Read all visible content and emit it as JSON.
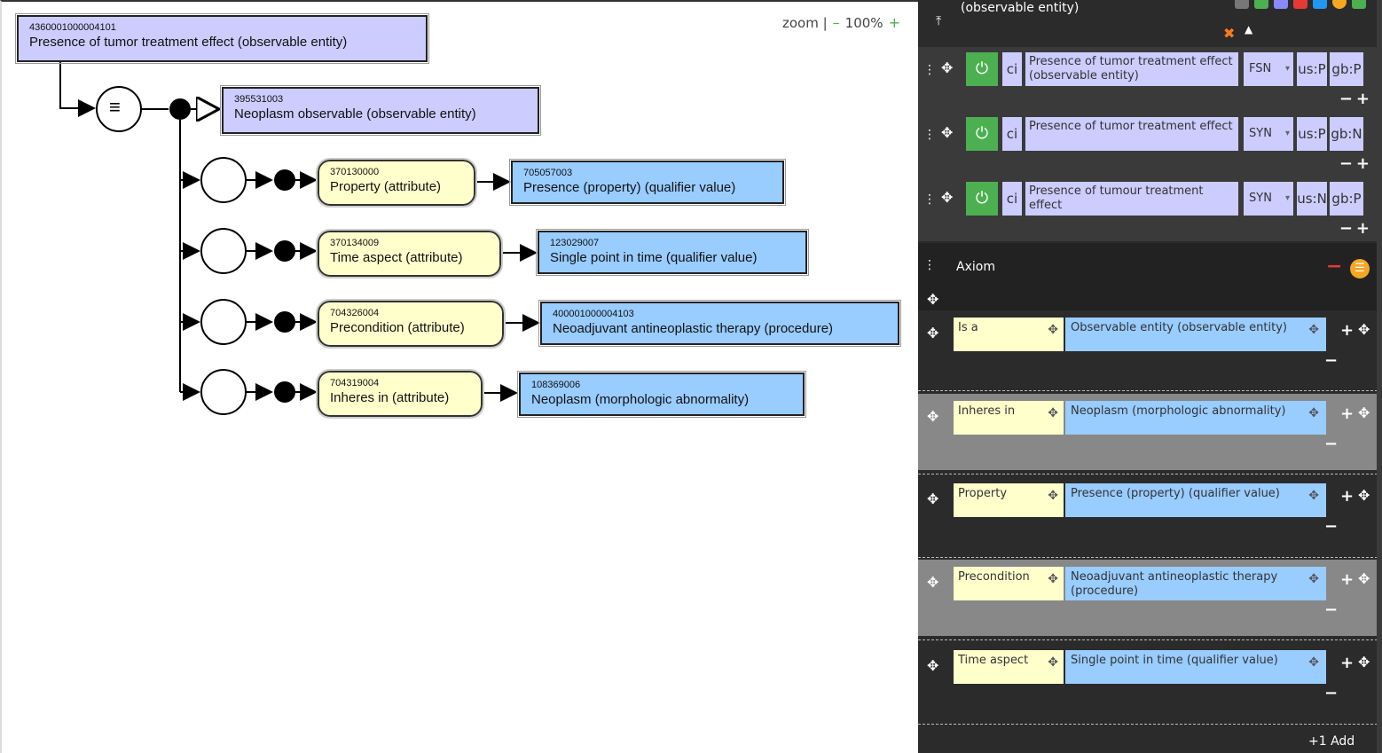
{
  "zoom": {
    "label": "zoom |",
    "minus": "–",
    "value": "100%",
    "plus": "+"
  },
  "diagram": {
    "root": {
      "id": "4360001000004101",
      "label": "Presence of tumor treatment effect (observable entity)"
    },
    "parent": {
      "id": "395531003",
      "label": "Neoplasm observable (observable entity)"
    },
    "equiv_symbol": "≡",
    "relationships": [
      {
        "attr_id": "370130000",
        "attr_label": "Property (attribute)",
        "val_id": "705057003",
        "val_label": "Presence (property) (qualifier value)"
      },
      {
        "attr_id": "370134009",
        "attr_label": "Time aspect (attribute)",
        "val_id": "123029007",
        "val_label": "Single point in time (qualifier value)"
      },
      {
        "attr_id": "704326004",
        "attr_label": "Precondition (attribute)",
        "val_id": "400001000004103",
        "val_label": "Neoadjuvant antineoplastic therapy (procedure)"
      },
      {
        "attr_id": "704319004",
        "attr_label": "Inheres in (attribute)",
        "val_id": "108369006",
        "val_label": "Neoplasm (morphologic abnormality)"
      }
    ]
  },
  "panel": {
    "title": "(observable entity)",
    "close_icon": "x-icon",
    "toolbar_icon_colors": [
      "#cccccc",
      "#4caf50",
      "#e53935",
      "#2196f3",
      "#f5a623",
      "#4caf50"
    ],
    "descriptions": [
      {
        "ci": "ci",
        "term": "Presence of tumor treatment effect (observable entity)",
        "type": "FSN",
        "us": "us:P",
        "gb": "gb:P"
      },
      {
        "ci": "ci",
        "term": "Presence of tumor treatment effect",
        "type": "SYN",
        "us": "us:P",
        "gb": "gb:N"
      },
      {
        "ci": "ci",
        "term": "Presence of tumour treatment effect",
        "type": "SYN",
        "us": "us:N",
        "gb": "gb:P"
      }
    ],
    "axiom": {
      "label": "Axiom",
      "relationships": [
        {
          "type": "Is a",
          "dest": "Observable entity (observable entity)"
        },
        {
          "type": "Inheres in",
          "dest": "Neoplasm (morphologic abnormality)"
        },
        {
          "type": "Property",
          "dest": "Presence (property) (qualifier value)"
        },
        {
          "type": "Precondition",
          "dest": "Neoadjuvant antineoplastic therapy (procedure)"
        },
        {
          "type": "Time aspect",
          "dest": "Single point in time (qualifier value)"
        }
      ]
    },
    "add_label": "+1 Add"
  }
}
